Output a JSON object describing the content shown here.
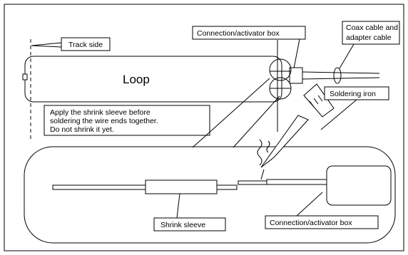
{
  "labels": {
    "track_side": "Track side",
    "connection_box_top": "Connection/activator box",
    "coax_line1": "Coax cable and",
    "coax_line2": "adapter cable",
    "loop": "Loop",
    "soldering_iron": "Soldering iron",
    "instruction_line1": "Apply the shrink sleeve before",
    "instruction_line2": "soldering the wire ends together.",
    "instruction_line3": "Do not shrink it yet.",
    "shrink_sleeve": "Shrink sleeve",
    "connection_box_bottom": "Connection/activator box"
  }
}
